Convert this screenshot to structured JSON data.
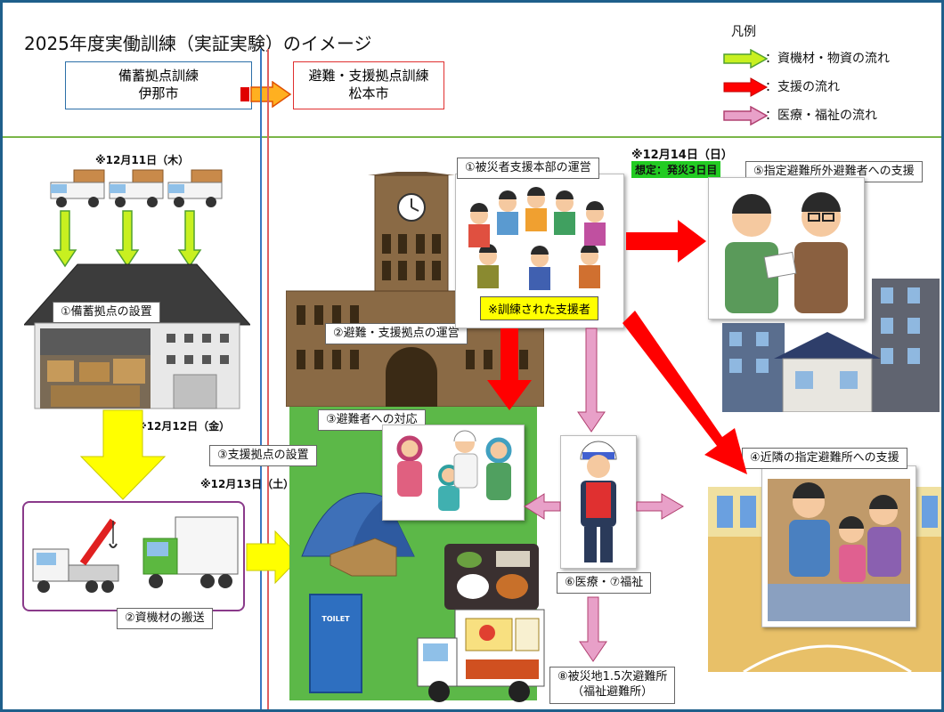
{
  "title": "2025年度実働訓練（実証実験）のイメージ",
  "legend": {
    "heading": "凡例",
    "items": [
      {
        "label": "：資機材・物資の流れ",
        "color": "#c8f020"
      },
      {
        "label": "：支援の流れ",
        "color": "#ff0000"
      },
      {
        "label": "：医療・福祉の流れ",
        "color": "#e8a0c8"
      }
    ]
  },
  "header": {
    "left_box": {
      "line1": "備蓄拠点訓練",
      "line2": "伊那市"
    },
    "right_box": {
      "line1": "避難・支援拠点訓練",
      "line2": "松本市"
    }
  },
  "dates": {
    "d1": "※12月11日（木）",
    "d2": "※12月12日（金）",
    "d3": "※12月13日（土）",
    "d4": "※12月14日（日）",
    "scenario": "想定：発災3日目"
  },
  "steps": {
    "s1": "①備蓄拠点の設置",
    "s2": "②資機材の搬送",
    "s3": "③支援拠点の設置",
    "hq": "①被災者支援本部の運営",
    "hub": "②避難・支援拠点の運営",
    "evac": "③避難者への対応",
    "nearby": "④近隣の指定避難所への支援",
    "outside": "⑤指定避難所外避難者への支援",
    "medical": "⑥医療・⑦福祉",
    "secondary1": "⑧被災地1.5次避難所",
    "secondary2": "（福祉避難所）",
    "trained": "※訓練された支援者"
  },
  "toilet_label": "TOILET"
}
